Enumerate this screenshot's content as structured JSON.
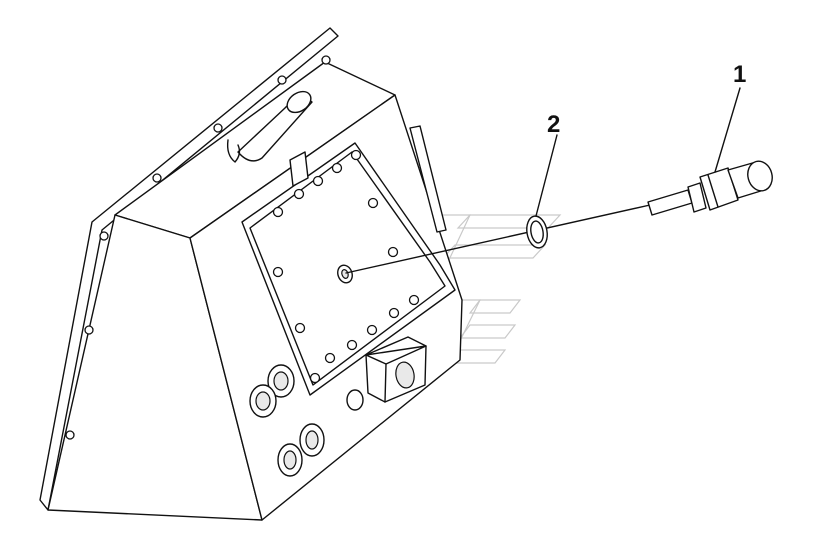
{
  "callouts": [
    {
      "number": "1",
      "part": "sensor"
    },
    {
      "number": "2",
      "part": "sealing-ring"
    }
  ],
  "colors": {
    "line": "#111111",
    "background": "#ffffff",
    "watermark": "#c9c9c9"
  }
}
